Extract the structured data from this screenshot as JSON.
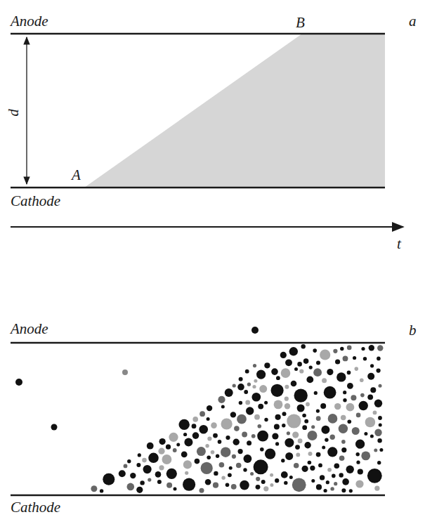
{
  "diagram": {
    "labels": [
      "Anode",
      "B",
      "a",
      "d",
      "A",
      "Cathode",
      "t",
      "Anode",
      "b",
      "Cathode"
    ]
  }
}
